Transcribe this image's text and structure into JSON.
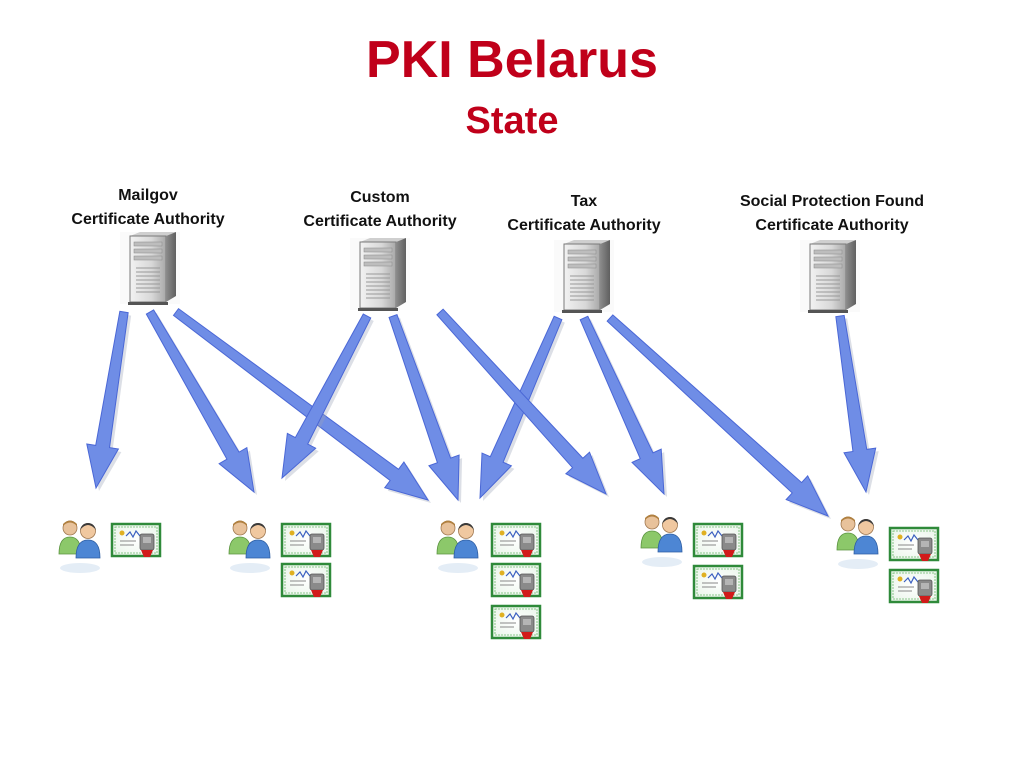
{
  "title": "PKI Belarus",
  "subtitle": "State",
  "authorities": [
    {
      "line1": "Mailgov",
      "line2": "Certificate Authority"
    },
    {
      "line1": "Custom",
      "line2": "Certificate Authority"
    },
    {
      "line1": "Tax",
      "line2": "Certificate Authority"
    },
    {
      "line1": "Social Protection Found",
      "line2": "Certificate Authority"
    }
  ],
  "users": [
    {
      "certificate_count": 1
    },
    {
      "certificate_count": 2
    },
    {
      "certificate_count": 3
    },
    {
      "certificate_count": 2
    },
    {
      "certificate_count": 2
    }
  ],
  "issuance": [
    {
      "from": "Mailgov",
      "to": [
        1,
        2,
        3
      ]
    },
    {
      "from": "Custom",
      "to": [
        2,
        3
      ]
    },
    {
      "from": "Tax",
      "to": [
        3,
        4,
        5
      ]
    },
    {
      "from": "Social Protection Found",
      "to": [
        5
      ]
    }
  ],
  "colors": {
    "title": "#c0001a",
    "arrow": "#6f8de6",
    "certificate_frame": "#2f8a3a"
  },
  "icons": {
    "authority": "server-icon",
    "user": "users-icon",
    "certificate": "certificate-icon"
  }
}
